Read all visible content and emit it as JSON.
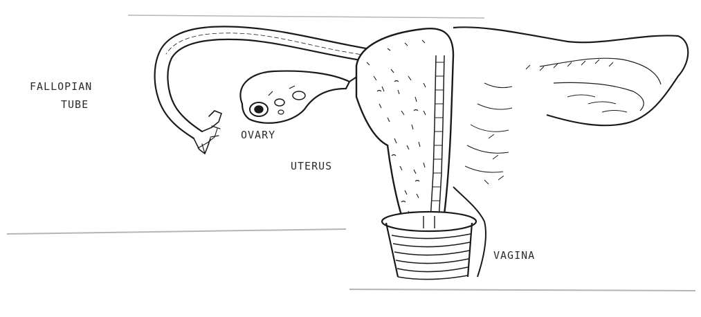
{
  "diagram": {
    "labels": {
      "fallopian_line1": "FALLOPIAN",
      "fallopian_line2": "TUBE",
      "ovary": "OVARY",
      "uterus": "UTERUS",
      "vagina": "VAGINA"
    },
    "colors": {
      "ink": "#1a1a1a",
      "paper": "#ffffff",
      "shadow_line": "#9a9a9a"
    }
  }
}
